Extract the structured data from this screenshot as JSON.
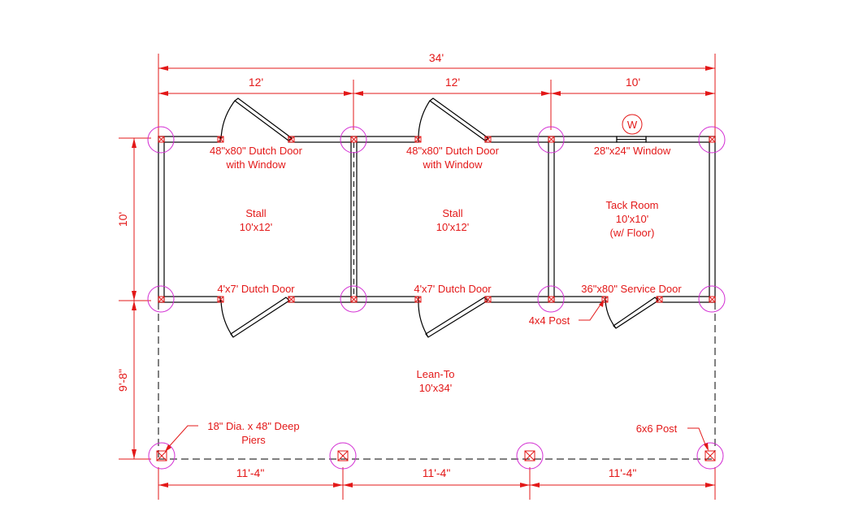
{
  "dimensions": {
    "overall": "34'",
    "top_spans": [
      "12'",
      "12'",
      "10'"
    ],
    "bottom_spans": [
      "11'-4\"",
      "11'-4\"",
      "11'-4\""
    ],
    "left_upper": "10'",
    "left_lower": "9'-8\""
  },
  "openings": {
    "door1": [
      "48\"x80\" Dutch Door",
      "with Window"
    ],
    "door2": [
      "48\"x80\" Dutch Door",
      "with Window"
    ],
    "window": "28\"x24\" Window",
    "window_tag": "W",
    "door3": "4'x7' Dutch Door",
    "door4": "4'x7' Dutch Door",
    "door5": "36\"x80\" Service Door"
  },
  "rooms": {
    "stall1": [
      "Stall",
      "10'x12'"
    ],
    "stall2": [
      "Stall",
      "10'x12'"
    ],
    "tack": [
      "Tack Room",
      "10'x10'",
      "(w/ Floor)"
    ],
    "leanto": [
      "Lean-To",
      "10'x34'"
    ]
  },
  "notes": {
    "post_small": "4x4 Post",
    "piers": [
      "18\" Dia. x 48\" Deep",
      "Piers"
    ],
    "post_large": "6x6 Post"
  },
  "colors": {
    "annotation": "#e31818",
    "pier_circle": "#d22ad2",
    "wall": "#000000"
  }
}
